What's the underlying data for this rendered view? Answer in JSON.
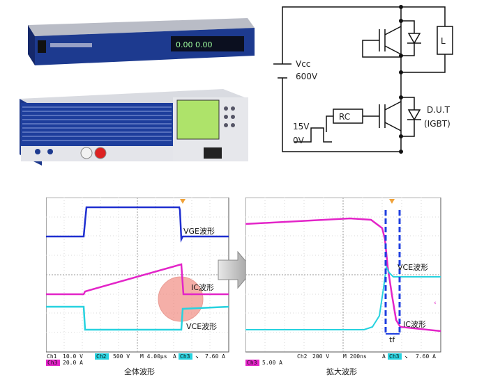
{
  "circuit": {
    "vcc_label": "Vcc",
    "vcc_value": "600V",
    "inductor_label": "L",
    "rc_label": "RC",
    "dut_label": "D.U.T",
    "dut_type": "(IGBT)",
    "pulse_high": "15V",
    "pulse_low": "0V"
  },
  "scope_left": {
    "labels": {
      "vge": "VGE波形",
      "ic": "IC波形",
      "vce": "VCE波形"
    },
    "status": {
      "ch1": "Ch1",
      "ch1_val": "10.0 V",
      "ch2": "Ch2",
      "ch2_val": "500 V",
      "time": "M 4.00µs",
      "trig_a": "A",
      "trig_ch": "Ch3",
      "trig_sym": "↘",
      "trig_val": "7.60 A",
      "ch3": "Ch3",
      "ch3_val": "20.0 A"
    },
    "caption": "全体波形"
  },
  "scope_right": {
    "labels": {
      "vce": "VCE波形",
      "ic": "IC波形",
      "tf": "tf"
    },
    "status": {
      "ch2": "Ch2",
      "ch2_val": "200 V",
      "time": "M 200ns",
      "trig_a": "A",
      "trig_ch": "Ch3",
      "trig_sym": "↘",
      "trig_val": "7.60 A",
      "ch3": "Ch3",
      "ch3_val": "5.00 A"
    },
    "caption": "拡大波形"
  },
  "colors": {
    "vge": "#1f2fd0",
    "vce": "#27d2df",
    "ic": "#e324c8",
    "marker": "#1f3fe0",
    "highlight": "#f0857a",
    "rack_blue": "#1d3a8f"
  }
}
